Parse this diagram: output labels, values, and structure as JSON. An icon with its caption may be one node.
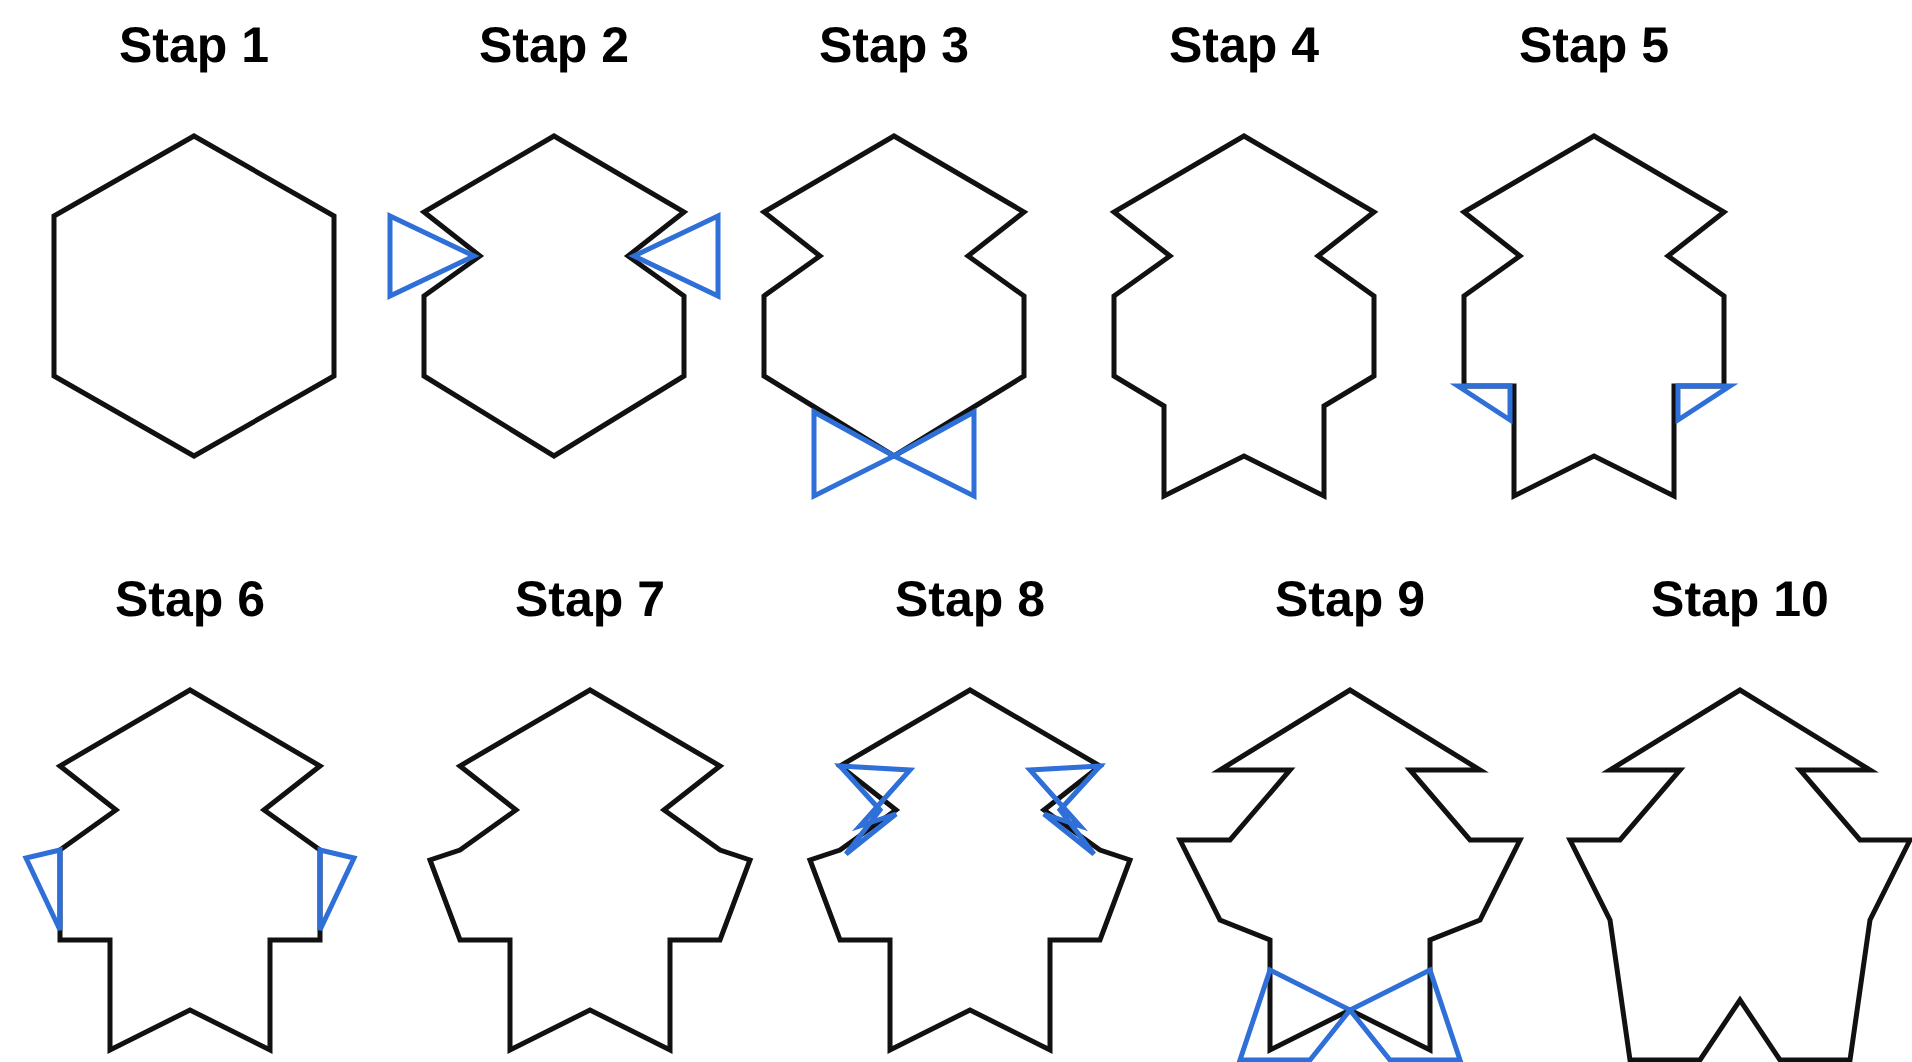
{
  "diagram": {
    "labels": [
      "Stap 1",
      "Stap 2",
      "Stap 3",
      "Stap 4",
      "Stap 5",
      "Stap 6",
      "Stap 7",
      "Stap 8",
      "Stap 9",
      "Stap 10"
    ]
  }
}
